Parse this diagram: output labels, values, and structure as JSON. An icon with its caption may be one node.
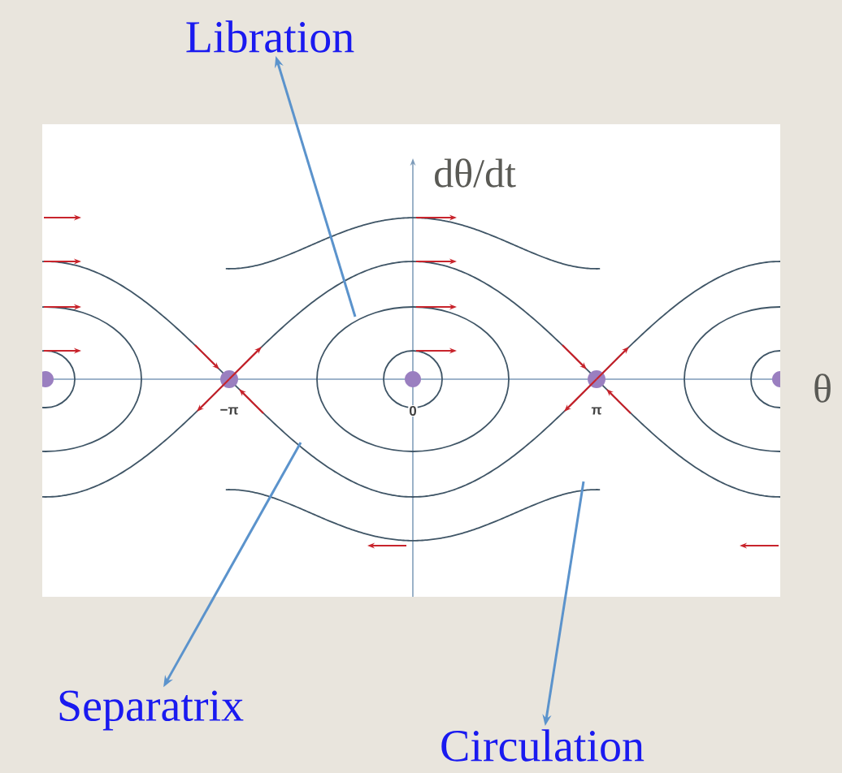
{
  "diagram": {
    "nodes": [
      {
        "text": [
          "Libration"
        ]
      },
      {
        "text": [
          "Separatrix"
        ]
      },
      {
        "text": [
          "Circulation"
        ]
      }
    ],
    "edges": [
      {
        "from": null,
        "to": 0,
        "arrow": "to"
      },
      {
        "from": null,
        "to": 1,
        "arrow": "to"
      },
      {
        "from": null,
        "to": 2,
        "arrow": "to"
      }
    ],
    "labels": [
      "dθ/dt",
      "θ",
      "−π",
      "0",
      "π"
    ]
  }
}
